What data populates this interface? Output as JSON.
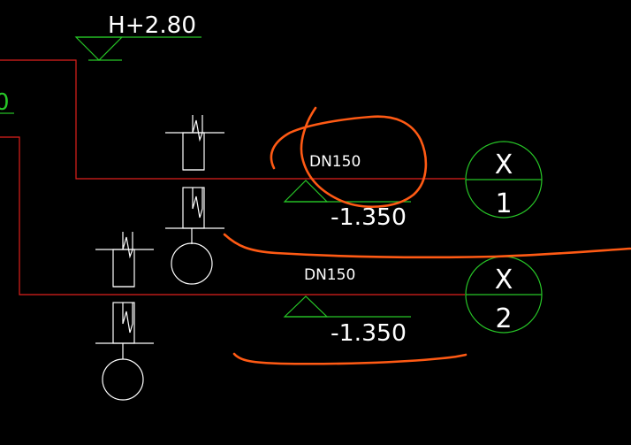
{
  "elevation_marker": {
    "label": "H+2.80"
  },
  "edge_fragment": {
    "label": "0"
  },
  "pipes": [
    {
      "diameter_label": "DN150",
      "elevation_label": "-1.350",
      "callout_top": "X",
      "callout_bottom": "1"
    },
    {
      "diameter_label": "DN150",
      "elevation_label": "-1.350",
      "callout_top": "X",
      "callout_bottom": "2"
    }
  ],
  "colors": {
    "background": "#000000",
    "pipe_line": "#e0201c",
    "annotation": "#27c627",
    "symbol": "#ffffff",
    "markup": "#ff5a14"
  }
}
